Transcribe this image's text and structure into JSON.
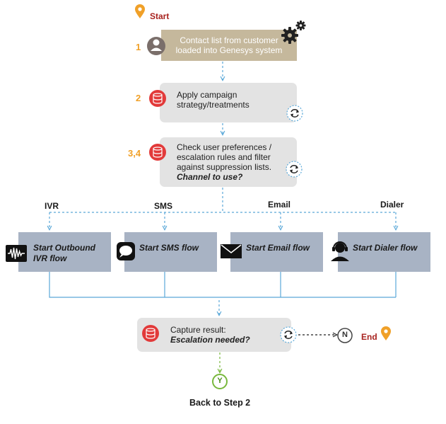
{
  "start_label": "Start",
  "end_label": "End",
  "step1": {
    "number": "1",
    "text_line1": "Contact list from customer",
    "text_line2": "loaded into Genesys system"
  },
  "step2": {
    "number": "2",
    "text_line1": "Apply campaign",
    "text_line2": "strategy/treatments"
  },
  "step34": {
    "number": "3,4",
    "text_line1": "Check user preferences /",
    "text_line2": "escalation rules and filter",
    "text_line3": "against suppression lists.",
    "text_line4": "Channel to use?"
  },
  "channels": {
    "ivr": {
      "header": "IVR",
      "line1": "Start Outbound",
      "line2": "IVR flow"
    },
    "sms": {
      "header": "SMS",
      "line1": "Start SMS flow"
    },
    "email": {
      "header": "Email",
      "line1": "Start Email flow"
    },
    "dialer": {
      "header": "Dialer",
      "line1": "Start Dialer flow"
    }
  },
  "capture": {
    "line1": "Capture result:",
    "line2": "Escalation needed?"
  },
  "no_node": "N",
  "yes_node": "Y",
  "back_label": "Back to Step 2",
  "colors": {
    "flow_box": "#a8b3c4",
    "decision_box": "#e3e3e3",
    "step1_box": "#c5b89c",
    "connector": "#5aa8d8",
    "yes_path": "#78b83c",
    "pin": "#f0a028",
    "db_icon": "#e23a3a"
  },
  "icons": [
    "location-pin-icon",
    "gears-icon",
    "person-icon",
    "database-icon",
    "refresh-icon",
    "waveform-icon",
    "chat-bubble-icon",
    "envelope-icon",
    "headset-agent-icon"
  ]
}
